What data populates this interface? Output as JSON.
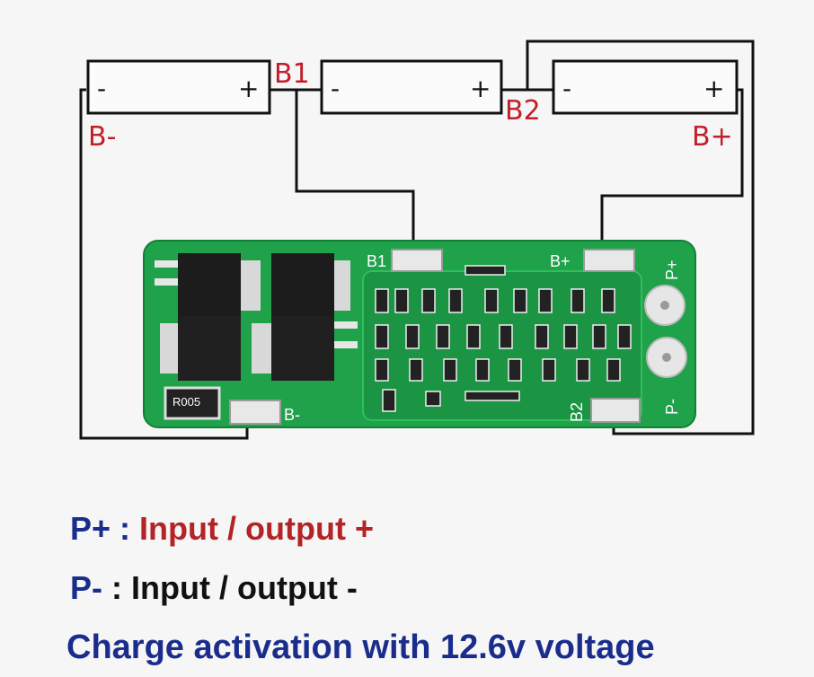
{
  "cells": [
    {
      "minus": "-",
      "plus": "+"
    },
    {
      "minus": "-",
      "plus": "+"
    },
    {
      "minus": "-",
      "plus": "+"
    }
  ],
  "terminals": {
    "b_minus": "B-",
    "b1": "B1",
    "b2": "B2",
    "b_plus": "B+"
  },
  "pcb": {
    "pad_b1": "B1",
    "pad_b_plus": "B+",
    "pad_b_minus": "B-",
    "pad_b2": "B2",
    "pad_p_plus": "P+",
    "pad_p_minus": "P-",
    "resistor_code": "R005"
  },
  "legend": {
    "p_plus": {
      "key": "P+",
      "sep": " : ",
      "desc": "Input / output +"
    },
    "p_minus": {
      "key": "P-",
      "sep": " : ",
      "desc": "Input / output -"
    },
    "note": "Charge activation with 12.6v voltage"
  },
  "colors": {
    "wire": "#111111",
    "terminal_text": "#c0202a",
    "pcb_green": "#1fa24a",
    "legend_blue": "#1a2d8c",
    "legend_red": "#b42326"
  }
}
